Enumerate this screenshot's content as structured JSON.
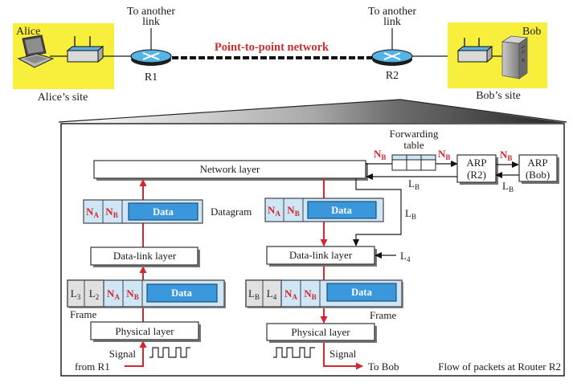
{
  "top": {
    "alice_label": "Alice",
    "alice_site": "Alice’s site",
    "bob_label": "Bob",
    "bob_site": "Bob’s site",
    "r1_label": "R1",
    "r2_label": "R2",
    "another_link_line1": "To another",
    "another_link_line2": "link",
    "network_title": "Point-to-point network"
  },
  "detail": {
    "network_layer": "Network layer",
    "datalink_layer": "Data-link layer",
    "physical_layer": "Physical layer",
    "forwarding_table_line1": "Forwarding",
    "forwarding_table_line2": "table",
    "arp_r2_line1": "ARP",
    "arp_r2_line2": "(R2)",
    "arp_bob_line1": "ARP",
    "arp_bob_line2": "(Bob)",
    "datagram_label": "Datagram",
    "frame_label": "Frame",
    "data_label": "Data",
    "signal_label": "Signal",
    "from_r1": "from R1",
    "to_bob": "To Bob",
    "caption": "Flow of packets at Router R2"
  },
  "addr": {
    "NA": {
      "base": "N",
      "sub": "A"
    },
    "NB": {
      "base": "N",
      "sub": "B"
    },
    "L2": {
      "base": "L",
      "sub": "2"
    },
    "L3": {
      "base": "L",
      "sub": "3"
    },
    "L4": {
      "base": "L",
      "sub": "4"
    },
    "LB": {
      "base": "L",
      "sub": "B"
    }
  },
  "icons": {
    "alice_device": "laptop-icon",
    "bob_device": "server-icon",
    "access_point": "wireless-access-point-icon",
    "router": "router-icon"
  },
  "colors": {
    "site_bg": "#f8ee3c",
    "router": "#56b3e6",
    "network_title": "#cc2e2e",
    "address_red": "#d4262e",
    "header_cell": "#cfe6f7",
    "link_cell": "#e0e0e0",
    "data_box": "#3a97dc",
    "flow_arrow": "#d4262e"
  }
}
